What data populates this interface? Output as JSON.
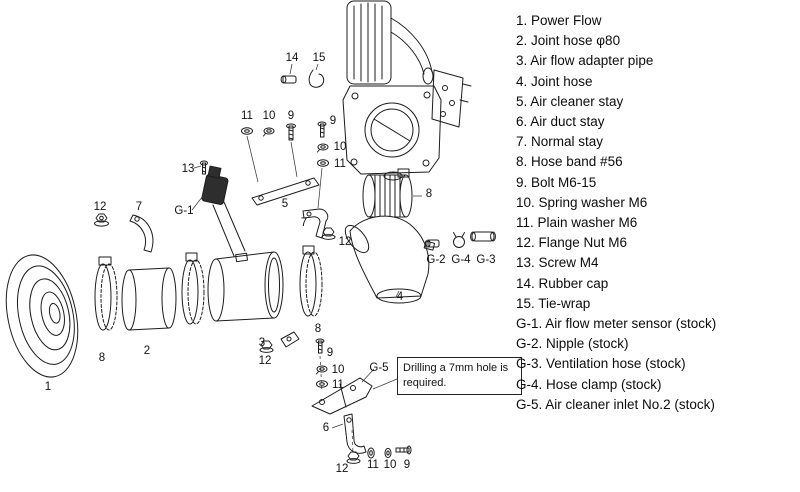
{
  "page": {
    "background": "#ffffff",
    "ink": "#1c1c1c"
  },
  "parts_list": {
    "items": [
      "1. Power Flow",
      "2. Joint hose φ80",
      "3. Air flow adapter pipe",
      "4. Joint hose",
      "5. Air cleaner stay",
      "6. Air duct stay",
      "7. Normal stay",
      "8. Hose band #56",
      "9. Bolt M6-15",
      "10. Spring washer M6",
      "11. Plain washer M6",
      "12. Flange Nut M6",
      "13. Screw M4",
      "14. Rubber cap",
      "15. Tie-wrap",
      "G-1. Air flow meter sensor (stock)",
      "G-2. Nipple (stock)",
      "G-3. Ventilation hose (stock)",
      "G-4. Hose clamp (stock)",
      "G-5. Air cleaner inlet No.2 (stock)"
    ]
  },
  "diagram": {
    "note": "Drilling a 7mm hole is required.",
    "callouts": [
      "14",
      "15",
      "11",
      "10",
      "9",
      "9",
      "10",
      "11",
      "13",
      "G-1",
      "5",
      "7",
      "8",
      "12",
      "7",
      "12",
      "G-2",
      "G-4",
      "G-3",
      "4",
      "1",
      "8",
      "2",
      "3",
      "8",
      "12",
      "9",
      "10",
      "11",
      "G-5",
      "6",
      "12",
      "11",
      "10",
      "9"
    ]
  }
}
